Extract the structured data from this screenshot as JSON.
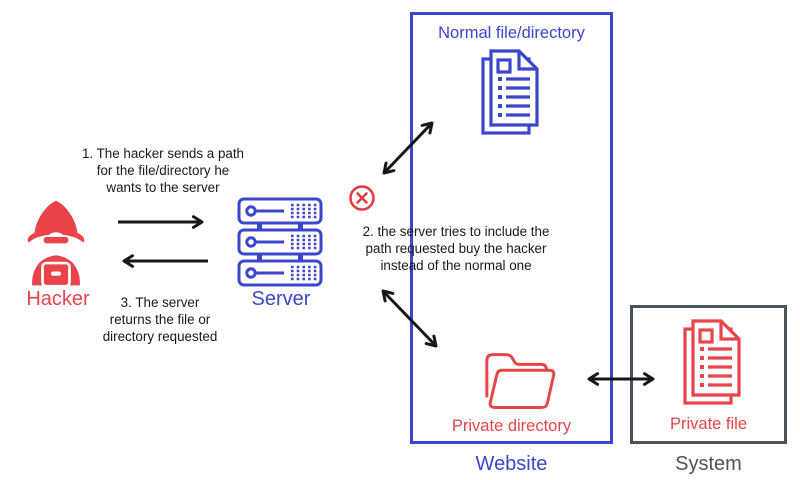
{
  "hacker": {
    "label": "Hacker"
  },
  "server": {
    "label": "Server"
  },
  "annotations": {
    "step1": [
      "1. The hacker sends a path",
      "for the file/directory he",
      "wants to the server"
    ],
    "step2": [
      "2. the server tries to include the",
      "path requested buy the hacker",
      "instead of the normal one"
    ],
    "step3": [
      "3. The server",
      "returns the file or",
      "directory requested"
    ]
  },
  "website": {
    "normal_file_label": "Normal file/directory",
    "private_directory_label": "Private directory",
    "label": "Website"
  },
  "system": {
    "private_file_label": "Private file",
    "label": "System"
  },
  "icons": {
    "hacker": "hacker-icon",
    "server": "server-rack-icon",
    "blocked": "x-circle-icon",
    "normal_file": "documents-icon",
    "private_directory": "folder-icon",
    "private_file": "documents-icon"
  },
  "colors": {
    "red": "#e8444a",
    "blue": "#3b46cc",
    "arrow_black": "#15171a",
    "system_gray": "#47525e"
  }
}
